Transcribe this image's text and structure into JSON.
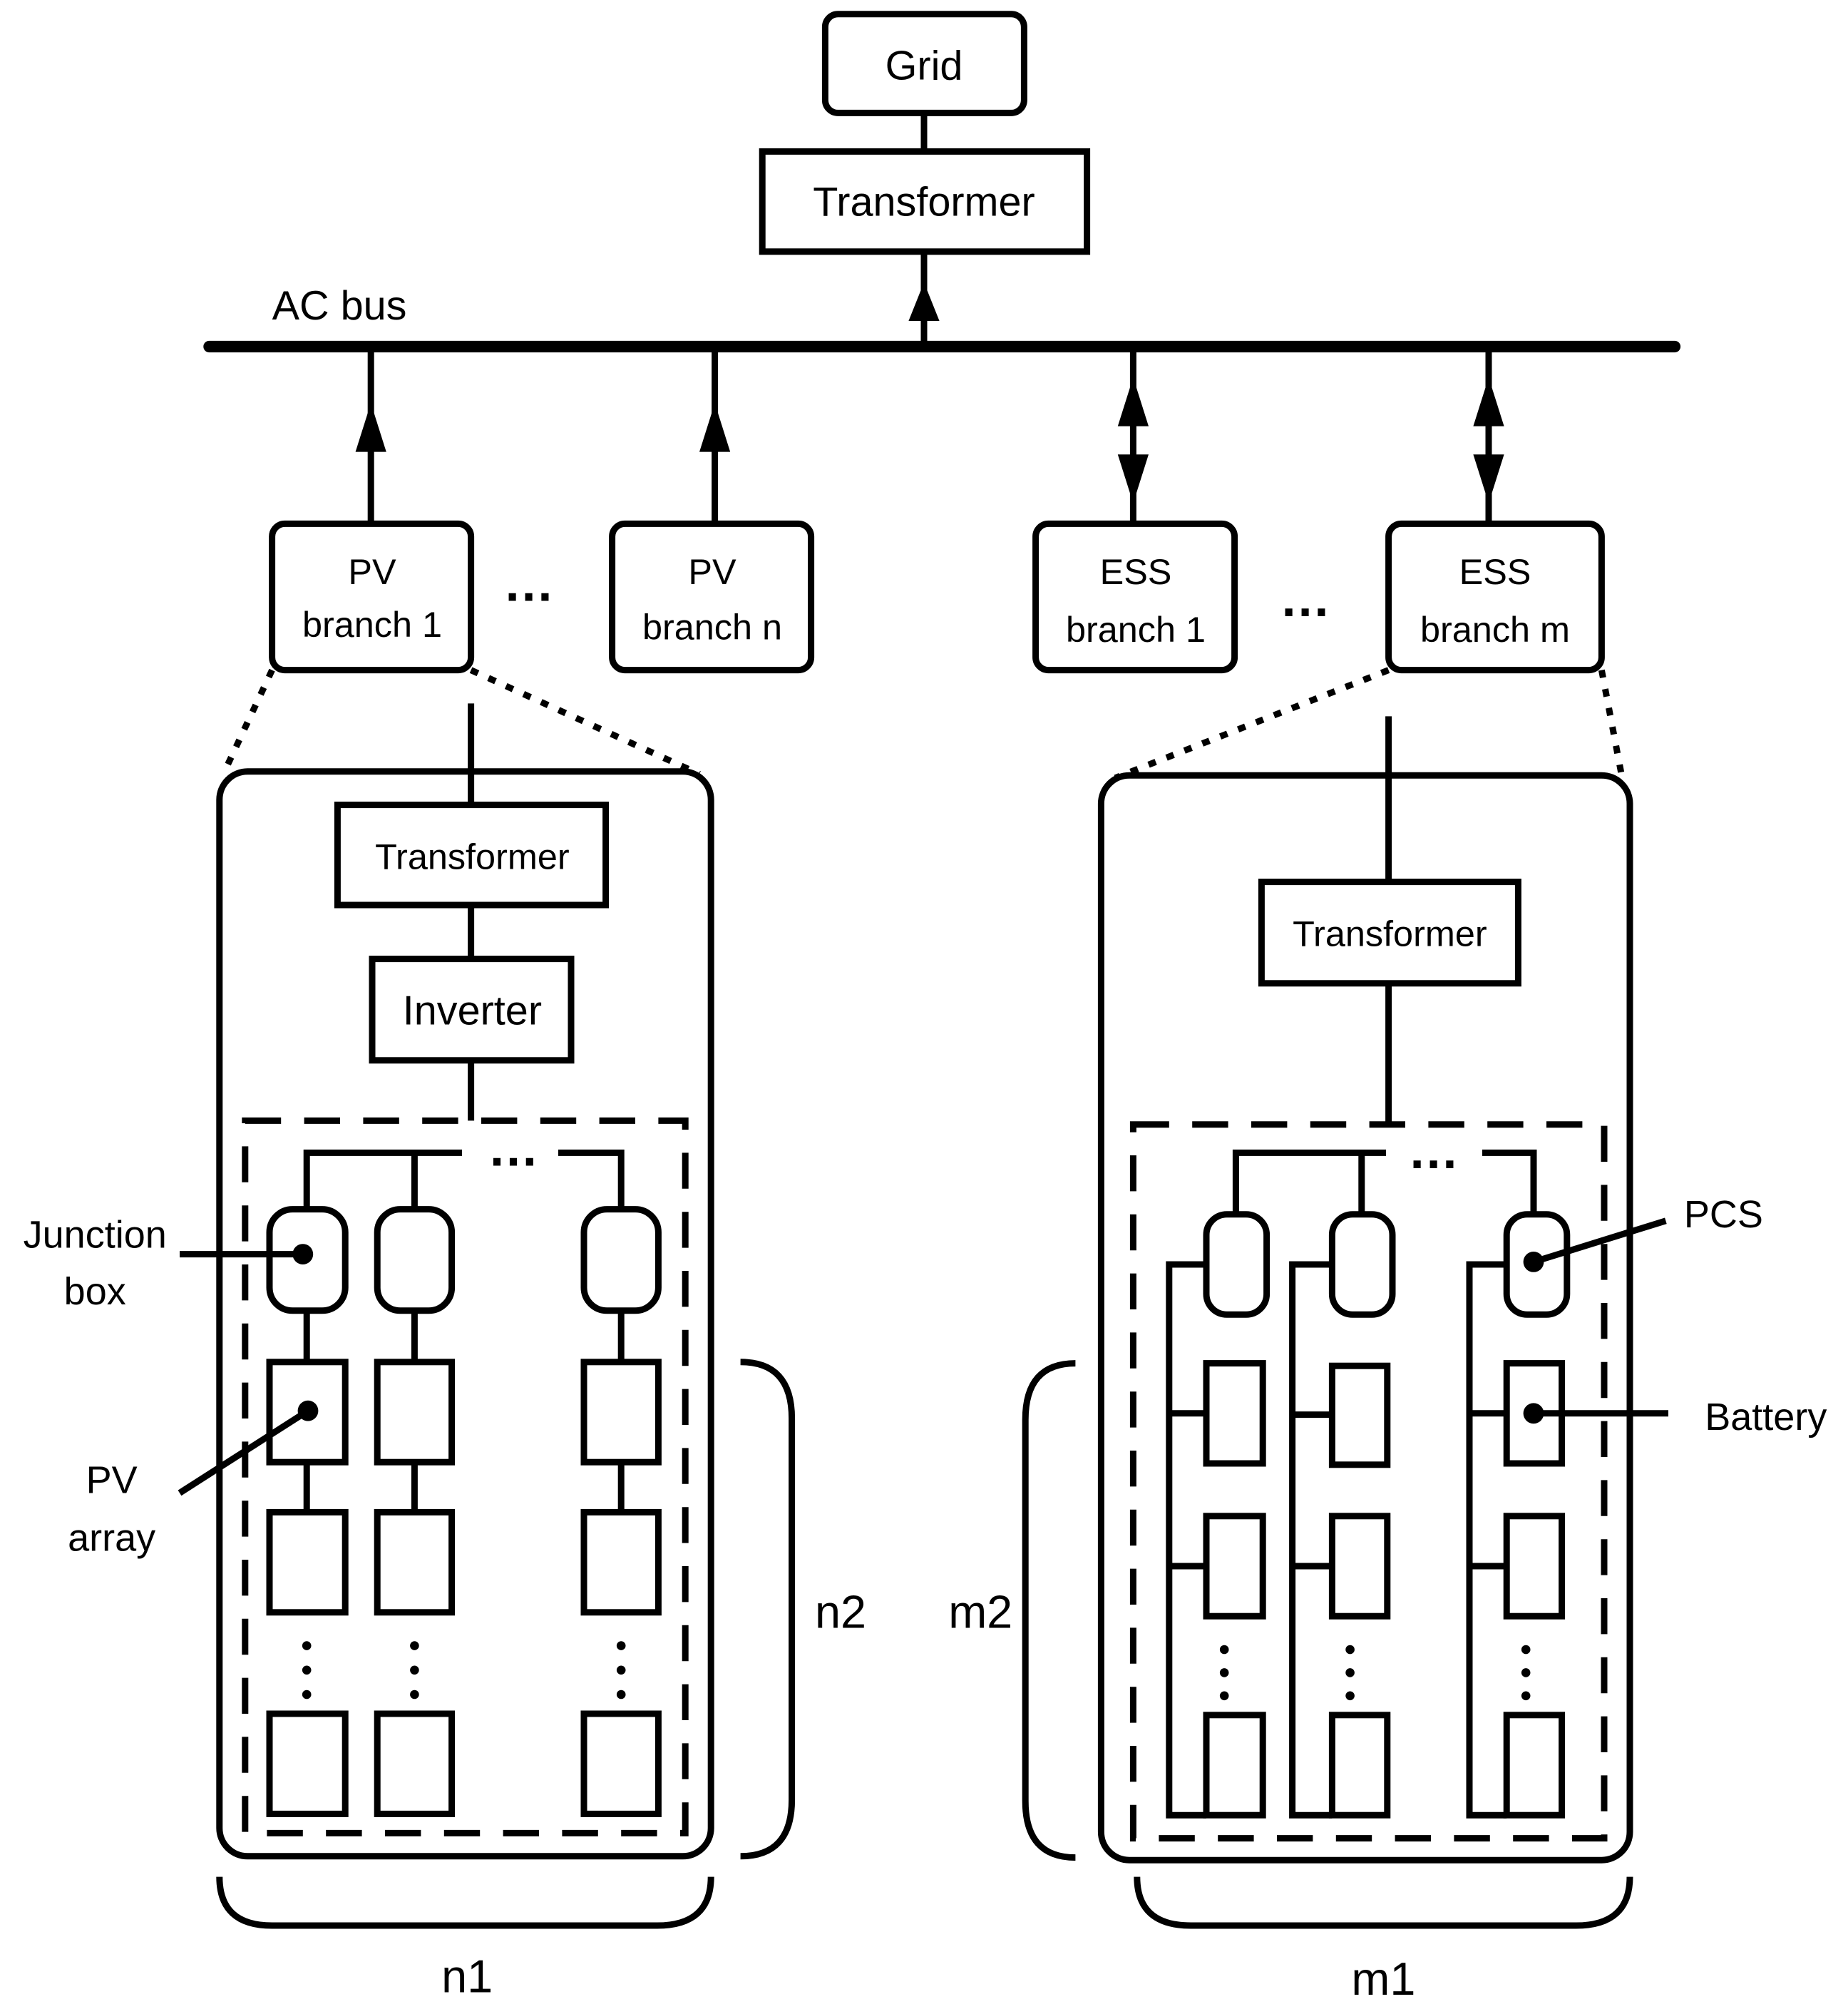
{
  "top": {
    "grid": "Grid",
    "transformer": "Transformer",
    "bus": "AC bus"
  },
  "branches": {
    "pv1": [
      "PV",
      "branch 1"
    ],
    "pvn": [
      "PV",
      "branch n"
    ],
    "ess1": [
      "ESS",
      "branch 1"
    ],
    "essm": [
      "ESS",
      "branch m"
    ],
    "ellipsis": "…"
  },
  "pv_detail": {
    "transformer": "Transformer",
    "inverter": "Inverter",
    "junction_box": [
      "Junction",
      "box"
    ],
    "pv_array": [
      "PV",
      "array"
    ],
    "n1": "n1",
    "n2": "n2"
  },
  "ess_detail": {
    "transformer": "Transformer",
    "pcs": "PCS",
    "battery": "Battery",
    "m1": "m1",
    "m2": "m2"
  }
}
